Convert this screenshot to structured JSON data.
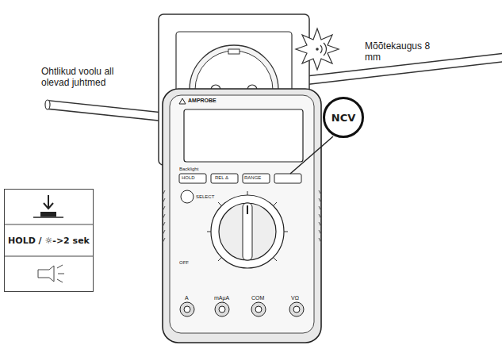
{
  "diagram": {
    "nodes": [
      {
        "text": [
          "HOLD / ☼->2 sek"
        ]
      },
      {
        "text": [
          "NCV"
        ]
      }
    ],
    "labels": [
      "Ohtlikud voolu all olevad juhtmed",
      "Mõõtekaugus 8 mm",
      "AMPROBE",
      "Backlight",
      "HOLD",
      "REL Δ",
      "RANGE",
      "SELECT",
      "OFF",
      "A",
      "mAµA",
      "COM",
      "VΩ"
    ]
  }
}
